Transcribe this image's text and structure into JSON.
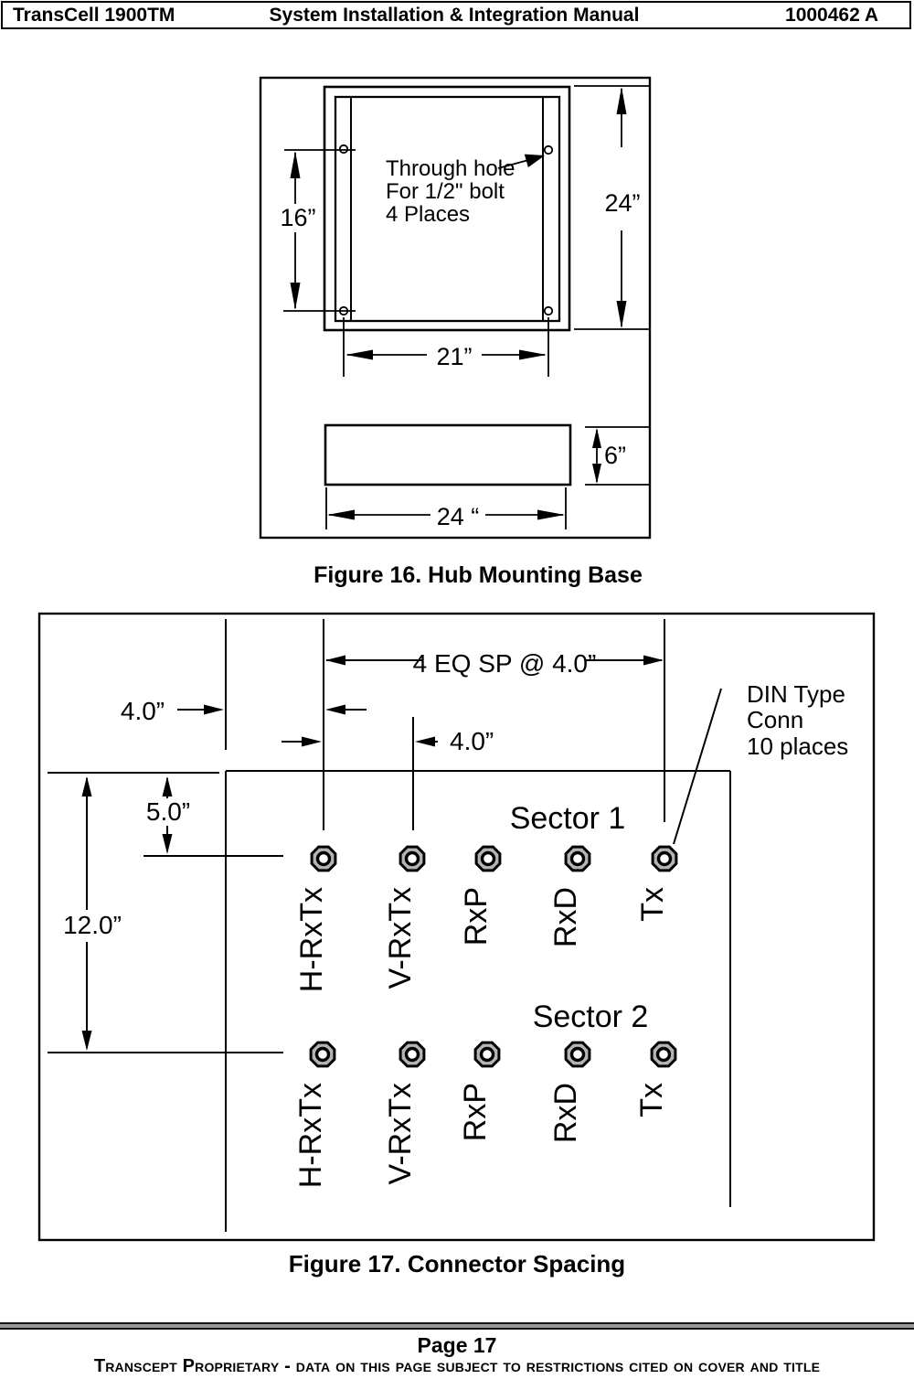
{
  "header": {
    "product": "TransCell 1900TM",
    "title": "System Installation & Integration Manual",
    "doc_number": "1000462 A"
  },
  "figure16": {
    "caption": "Figure 16. Hub Mounting Base",
    "note_line1": "Through hole",
    "note_line2": "For 1/2\" bolt",
    "note_line3": "4 Places",
    "dim_left": "16”",
    "dim_right": "24”",
    "dim_bottom": "21”",
    "dim_side_height": "6”",
    "dim_side_width": "24 “"
  },
  "figure17": {
    "caption": "Figure 17. Connector Spacing",
    "dim_eq_spacing": "4 EQ SP @ 4.0”",
    "dim_offset_left": "4.0”",
    "dim_offset_mid": "4.0”",
    "dim_row1": "5.0”",
    "dim_row2": "12.0”",
    "din_line1": "DIN Type",
    "din_line2": "Conn",
    "din_line3": "10 places",
    "sector1": "Sector 1",
    "sector2": "Sector 2",
    "labels": [
      "H-RxTx",
      "V-RxTx",
      "RxP",
      "RxD",
      "Tx"
    ]
  },
  "footer": {
    "page": "Page 17",
    "proprietary": "Transcept Proprietary - data on this page subject to restrictions cited on cover and title"
  }
}
